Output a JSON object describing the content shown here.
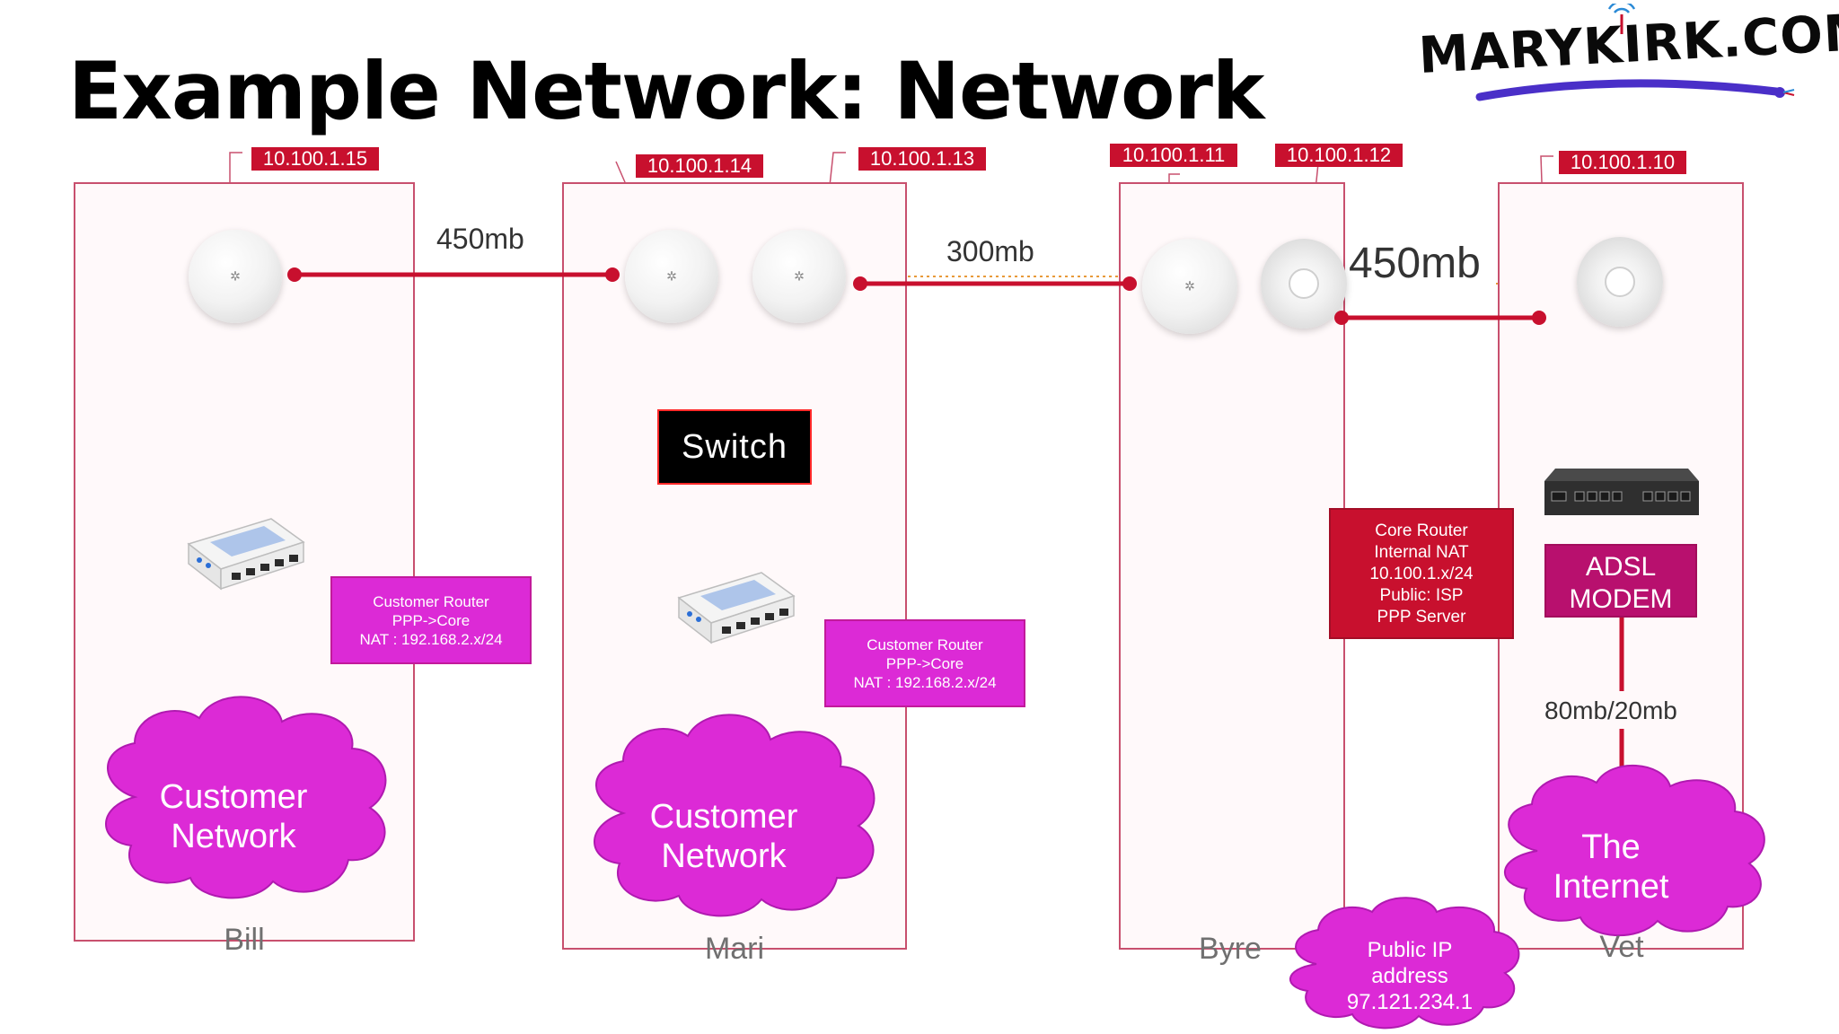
{
  "title": "Example Network: Network",
  "logo": {
    "text": "MARYKIRK.COM"
  },
  "sites": [
    {
      "name": "Bill"
    },
    {
      "name": "Mari"
    },
    {
      "name": "Byre"
    },
    {
      "name": "Vet"
    }
  ],
  "ips": {
    "bill_ap": "10.100.1.15",
    "mari_ap1": "10.100.1.14",
    "mari_ap2": "10.100.1.13",
    "byre_ap": "10.100.1.11",
    "byre_dish": "10.100.1.12",
    "vet_dish": "10.100.1.10"
  },
  "links": {
    "bill_mari": "450mb",
    "mari_byre": "300mb",
    "byre_vet": "450mb",
    "adsl": "80mb/20mb"
  },
  "switch": {
    "label": "Switch"
  },
  "customer_router": {
    "lines": [
      "Customer Router",
      "PPP->Core",
      "NAT : 192.168.2.x/24"
    ]
  },
  "core_router": {
    "lines": [
      "Core Router",
      "Internal NAT",
      "10.100.1.x/24",
      "Public: ISP",
      "PPP Server"
    ]
  },
  "adsl_modem": {
    "lines": [
      "ADSL",
      "MODEM"
    ]
  },
  "clouds": {
    "customer": [
      "Customer",
      "Network"
    ],
    "internet": [
      "The",
      "Internet"
    ],
    "public_ip": [
      "Public IP",
      "address",
      "97.121.234.1"
    ]
  },
  "colors": {
    "link": "#c8102e",
    "site_border": "#c8506e",
    "cloud": "#dc2ad6",
    "ip_label": "#c8102e",
    "logo_underline": "#4a2fc8"
  }
}
